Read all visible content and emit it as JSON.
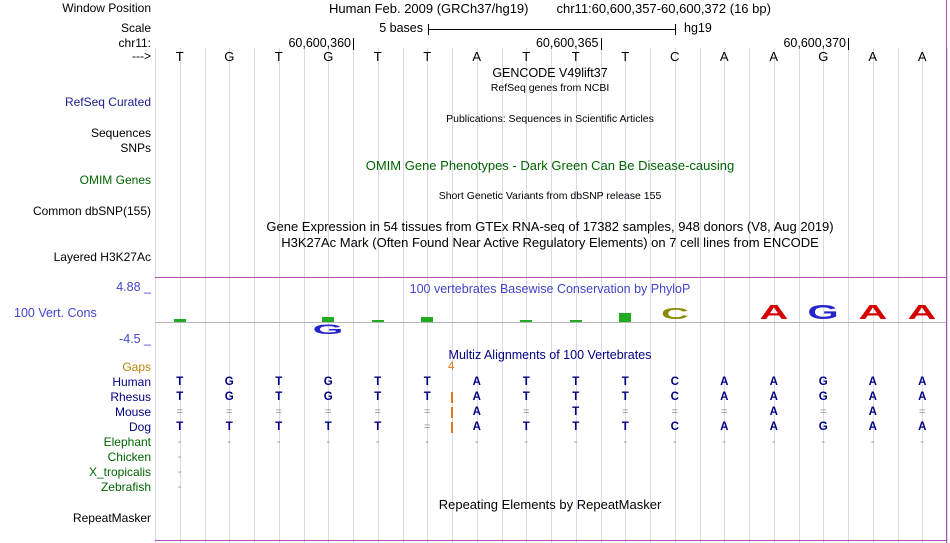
{
  "colors": {
    "grid": "#d8d8f0",
    "separator": "#b050b0",
    "navy": "#000080",
    "label_blue": "#1a1a8c",
    "cons_blue": "#4444cc",
    "green": "#006400",
    "gaps_orange": "#b8860b",
    "insert_orange": "#dd7722",
    "gray": "#8f8f8f",
    "logo_red": "#d40000",
    "logo_blue": "#2525cc",
    "logo_olive": "#8b8b00",
    "bar_green": "#22aa22",
    "baseline": "#b5b5b5"
  },
  "header": {
    "title_assembly": "Human Feb. 2009 (GRCh37/hg19)",
    "title_position": "chr11:60,600,357-60,600,372 (16 bp)",
    "window_position_label": "Window Position",
    "scale_label": "Scale",
    "chrom_label": "chr11:",
    "strand_arrow": "--->",
    "scale_text": "5 bases",
    "scale_assembly": "hg19",
    "ruler_ticks": [
      {
        "label": "60,600,360",
        "boundary": 4
      },
      {
        "label": "60,600,365",
        "boundary": 9
      },
      {
        "label": "60,600,370",
        "boundary": 14
      }
    ]
  },
  "sequence": [
    "T",
    "G",
    "T",
    "G",
    "T",
    "T",
    "A",
    "T",
    "T",
    "T",
    "C",
    "A",
    "A",
    "G",
    "A",
    "A"
  ],
  "tracks": {
    "gencode": {
      "title": "GENCODE V49lift37",
      "subtitle": "RefSeq genes from NCBI"
    },
    "refseq_label": "RefSeq Curated",
    "publications": {
      "title": "Publications: Sequences in Scientific Articles"
    },
    "sequences_label": "Sequences",
    "snps_label": "SNPs",
    "omim": {
      "title": "OMIM Gene Phenotypes - Dark Green Can Be Disease-causing",
      "label": "OMIM Genes"
    },
    "dbsnp": {
      "title": "Short Genetic Variants from dbSNP release 155",
      "label": "Common dbSNP(155)"
    },
    "gtex": {
      "title": "Gene Expression in 54 tissues from GTEx RNA-seq of 17382 samples, 948 donors (V8, Aug 2019)"
    },
    "h3k27ac": {
      "title": "H3K27Ac Mark (Often Found Near Active Regulatory Elements) on 7 cell lines from ENCODE",
      "label": "Layered H3K27Ac"
    },
    "conservation": {
      "title": "100 vertebrates Basewise Conservation by PhyloP",
      "label": "100 Vert. Cons",
      "axis_max": "4.88 _",
      "axis_min": "-4.5 _",
      "bars": [
        {
          "col": 0,
          "h": 3
        },
        {
          "col": 3,
          "h": 5
        },
        {
          "col": 4,
          "h": 2
        },
        {
          "col": 5,
          "h": 5
        },
        {
          "col": 7,
          "h": 2
        },
        {
          "col": 8,
          "h": 2
        },
        {
          "col": 9,
          "h": 9
        }
      ],
      "letters": [
        {
          "col": 3,
          "ch": "G",
          "color": "logo_blue",
          "h": 10,
          "below": true,
          "sx": 2.8
        },
        {
          "col": 10,
          "ch": "C",
          "color": "logo_olive",
          "h": 12,
          "below": false,
          "sx": 2.4
        },
        {
          "col": 12,
          "ch": "A",
          "color": "logo_red",
          "h": 15,
          "below": false,
          "sx": 2.0
        },
        {
          "col": 13,
          "ch": "G",
          "color": "logo_blue",
          "h": 15,
          "below": false,
          "sx": 2.0
        },
        {
          "col": 14,
          "ch": "A",
          "color": "logo_red",
          "h": 15,
          "below": false,
          "sx": 2.0
        },
        {
          "col": 15,
          "ch": "A",
          "color": "logo_red",
          "h": 15,
          "below": false,
          "sx": 2.0
        }
      ]
    },
    "multiz": {
      "title": "Multiz Alignments of 100 Vertebrates",
      "gaps_label": "Gaps",
      "gap_count": "4",
      "gap_boundary": 6,
      "rows": [
        {
          "species": "Human",
          "color": "navy",
          "cells": "TGTGTTATTTCAAGAA",
          "insert": false
        },
        {
          "species": "Rhesus",
          "color": "navy",
          "cells": "TGTGTTATTTCAAGAA",
          "insert": true
        },
        {
          "species": "Mouse",
          "color": "navy",
          "cells": "======A=T===A=A=",
          "insert": true
        },
        {
          "species": "Dog",
          "color": "navy",
          "cells": "TTTTT=ATTTCAAGAA",
          "insert": true
        },
        {
          "species": "Elephant",
          "color": "green",
          "cells": "----------------",
          "insert": false
        },
        {
          "species": "Chicken",
          "color": "green",
          "cells": "-",
          "insert": false
        },
        {
          "species": "X_tropicalis",
          "color": "green",
          "cells": "-",
          "insert": false
        },
        {
          "species": "Zebrafish",
          "color": "green",
          "cells": "-",
          "insert": false
        }
      ]
    },
    "repeatmasker": {
      "title": "Repeating Elements by RepeatMasker",
      "label": "RepeatMasker"
    }
  }
}
